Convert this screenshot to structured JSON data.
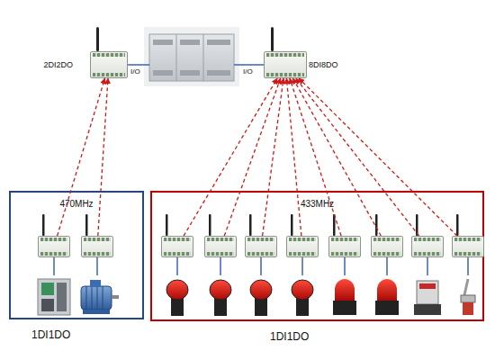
{
  "diagram": {
    "nodes": [
      {
        "text": [
          "2DI2DO"
        ]
      },
      {
        "text": [
          "8DI8DO"
        ]
      },
      {
        "text": [
          "470MHz",
          "1DI1DO"
        ]
      },
      {
        "text": [],
        "in": 2
      },
      {
        "text": [],
        "in": 2
      },
      {
        "text": [
          "433MHz",
          "1DI1DO"
        ]
      },
      {
        "text": [],
        "in": 5
      },
      {
        "text": [],
        "in": 5
      },
      {
        "text": [],
        "in": 5
      },
      {
        "text": [],
        "in": 5
      },
      {
        "text": [],
        "in": 5
      },
      {
        "text": [],
        "in": 5
      },
      {
        "text": [],
        "in": 5
      },
      {
        "text": [],
        "in": 5
      }
    ],
    "edges": [
      {
        "from": 3,
        "to": 0,
        "arrow": "to"
      },
      {
        "from": 4,
        "to": 0,
        "arrow": "to"
      },
      {
        "from": 6,
        "to": 1,
        "arrow": "to"
      },
      {
        "from": 7,
        "to": 1,
        "arrow": "to"
      },
      {
        "from": 8,
        "to": 1,
        "arrow": "to"
      },
      {
        "from": 9,
        "to": 1,
        "arrow": "to"
      },
      {
        "from": 10,
        "to": 1,
        "arrow": "to"
      },
      {
        "from": 11,
        "to": 1,
        "arrow": "to"
      },
      {
        "from": 12,
        "to": 1,
        "arrow": "to"
      },
      {
        "from": 13,
        "to": 1,
        "arrow": "to"
      }
    ],
    "labels": [
      "I/O",
      "I/O"
    ]
  }
}
